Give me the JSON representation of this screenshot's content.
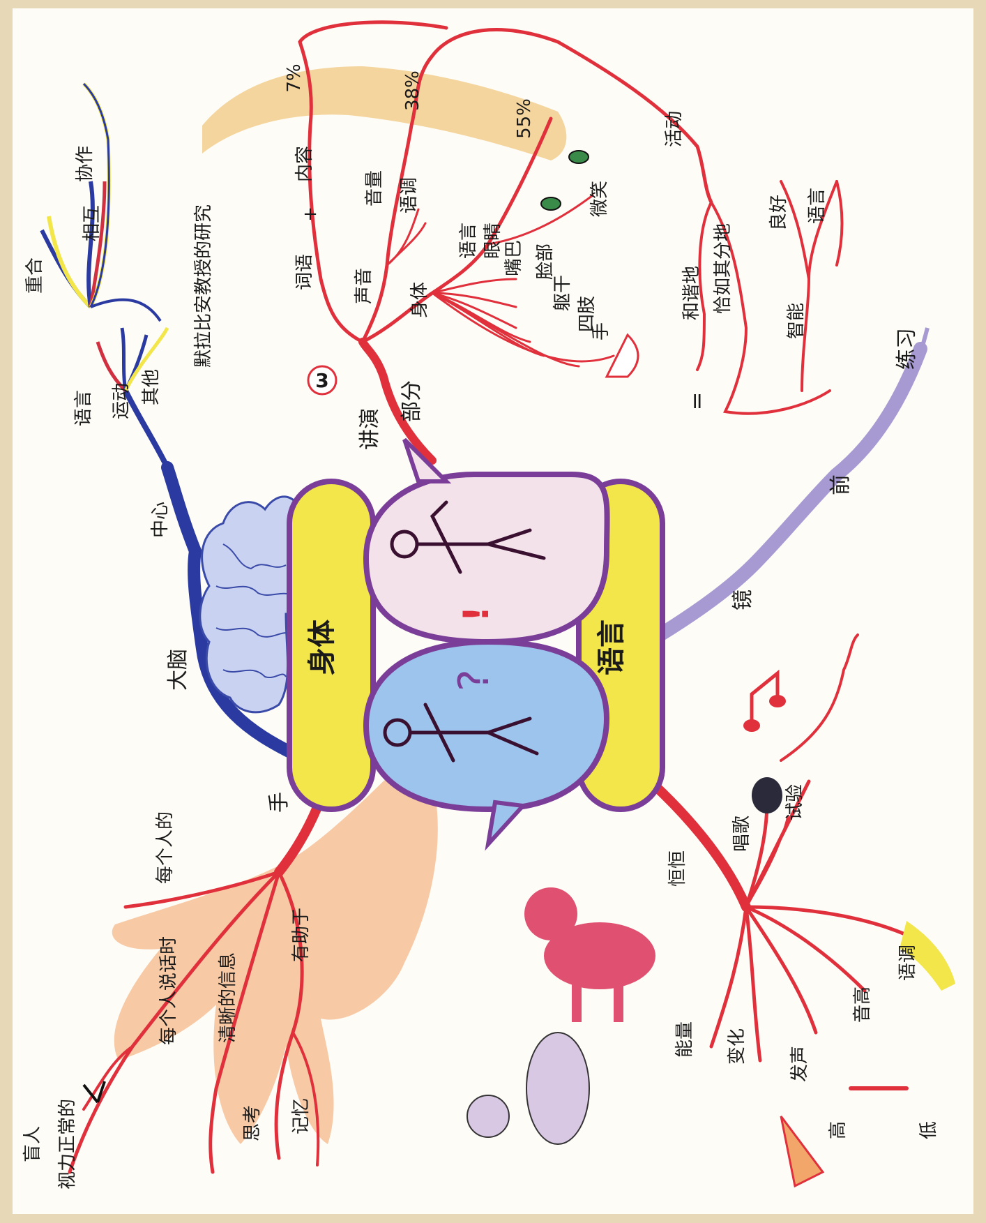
{
  "center": {
    "left_label": "身体",
    "right_label": "语言",
    "right_bubble_symbol": "!",
    "left_bubble_symbol": "?"
  },
  "brain_branch": {
    "label": "大脑",
    "sub": "中心",
    "leaves": [
      "语言",
      "运动",
      "其他"
    ],
    "top_leaves": [
      "重合",
      "相互",
      "协作"
    ]
  },
  "mehrabian": {
    "caption": "默拉比安教授的研究",
    "number": "3",
    "speech": "讲演",
    "parts": "部分",
    "words": "词语",
    "plus": "+",
    "content": "内容",
    "voice": "声音",
    "volume": "音量",
    "tone": "语调",
    "body": "身体",
    "body_leaves": [
      "语言",
      "眼睛",
      "嘴巴",
      "脸部",
      "躯干",
      "四肢",
      "手",
      "微笑"
    ],
    "percents": [
      "7%",
      "38%",
      "55%"
    ]
  },
  "activity": {
    "label": "活动",
    "harmony": "和谐地",
    "proper": "恰如其分地",
    "equals": "=",
    "intel": "智能",
    "good": "良好",
    "lang": "语言"
  },
  "mirror": {
    "label": "镜",
    "front": "前",
    "practice": "练习"
  },
  "voice_branch": {
    "sing": "唱歌",
    "test": "试验",
    "chant": "恒恒",
    "energy": "能量",
    "change": "变化",
    "pronounce": "发声",
    "pitch": "音高",
    "intonation": "语调",
    "high": "高",
    "low": "低"
  },
  "hand_branch": {
    "label": "手",
    "everyone": "每个人的",
    "speaking": "每个人说话时",
    "clear_info": "清晰的信息",
    "helpful": "有助于",
    "think": "思考",
    "memory": "记忆",
    "blind": "盲人",
    "normal_sight": "视力正常的"
  },
  "colors": {
    "background": "#e7d9b8",
    "paper": "#fdfcf7",
    "red": "#e0303c",
    "blue": "#2a3aa0",
    "purple": "#7a3e98",
    "yellow": "#f2e64a",
    "light_blue": "#9cc4ec",
    "light_pink": "#f4e2ea",
    "orange": "#f2a66a",
    "lavender": "#a79ad2"
  }
}
